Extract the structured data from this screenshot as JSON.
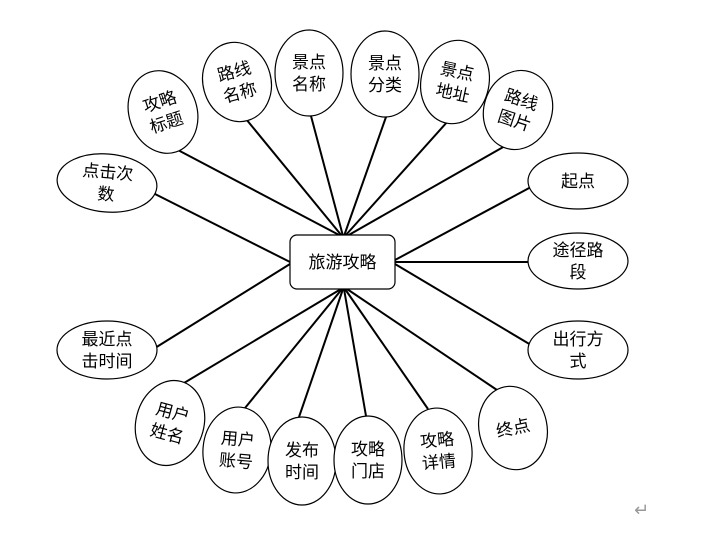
{
  "entity": {
    "label": "旅游攻略"
  },
  "attributes": [
    {
      "name": "attr-gonglue-biaoti",
      "lines": [
        "攻略",
        "标题"
      ]
    },
    {
      "name": "attr-luxian-mingcheng",
      "lines": [
        "路线",
        "名称"
      ]
    },
    {
      "name": "attr-jingdian-mingcheng",
      "lines": [
        "景点",
        "名称"
      ]
    },
    {
      "name": "attr-jingdian-fenlei",
      "lines": [
        "景点",
        "分类"
      ]
    },
    {
      "name": "attr-jingdian-dizhi",
      "lines": [
        "景点",
        "地址"
      ]
    },
    {
      "name": "attr-luxian-tupian",
      "lines": [
        "路线",
        "图片"
      ]
    },
    {
      "name": "attr-dianji-cishu",
      "lines": [
        "点击次",
        "数"
      ]
    },
    {
      "name": "attr-qidian",
      "lines": [
        "起点"
      ]
    },
    {
      "name": "attr-tujing-luduan",
      "lines": [
        "途径路",
        "段"
      ]
    },
    {
      "name": "attr-chuxing-fangshi",
      "lines": [
        "出行方",
        "式"
      ]
    },
    {
      "name": "attr-zuijin-dianji-shijian",
      "lines": [
        "最近点",
        "击时间"
      ]
    },
    {
      "name": "attr-yonghu-xingming",
      "lines": [
        "用户",
        "姓名"
      ]
    },
    {
      "name": "attr-yonghu-zhanghao",
      "lines": [
        "用户",
        "账号"
      ]
    },
    {
      "name": "attr-fabu-shijian",
      "lines": [
        "发布",
        "时间"
      ]
    },
    {
      "name": "attr-gonglue-mendian",
      "lines": [
        "攻略",
        "门店"
      ]
    },
    {
      "name": "attr-gonglue-xiangqing",
      "lines": [
        "攻略",
        "详情"
      ]
    },
    {
      "name": "attr-zhongdian",
      "lines": [
        "终点"
      ]
    }
  ],
  "return_mark": "↵"
}
